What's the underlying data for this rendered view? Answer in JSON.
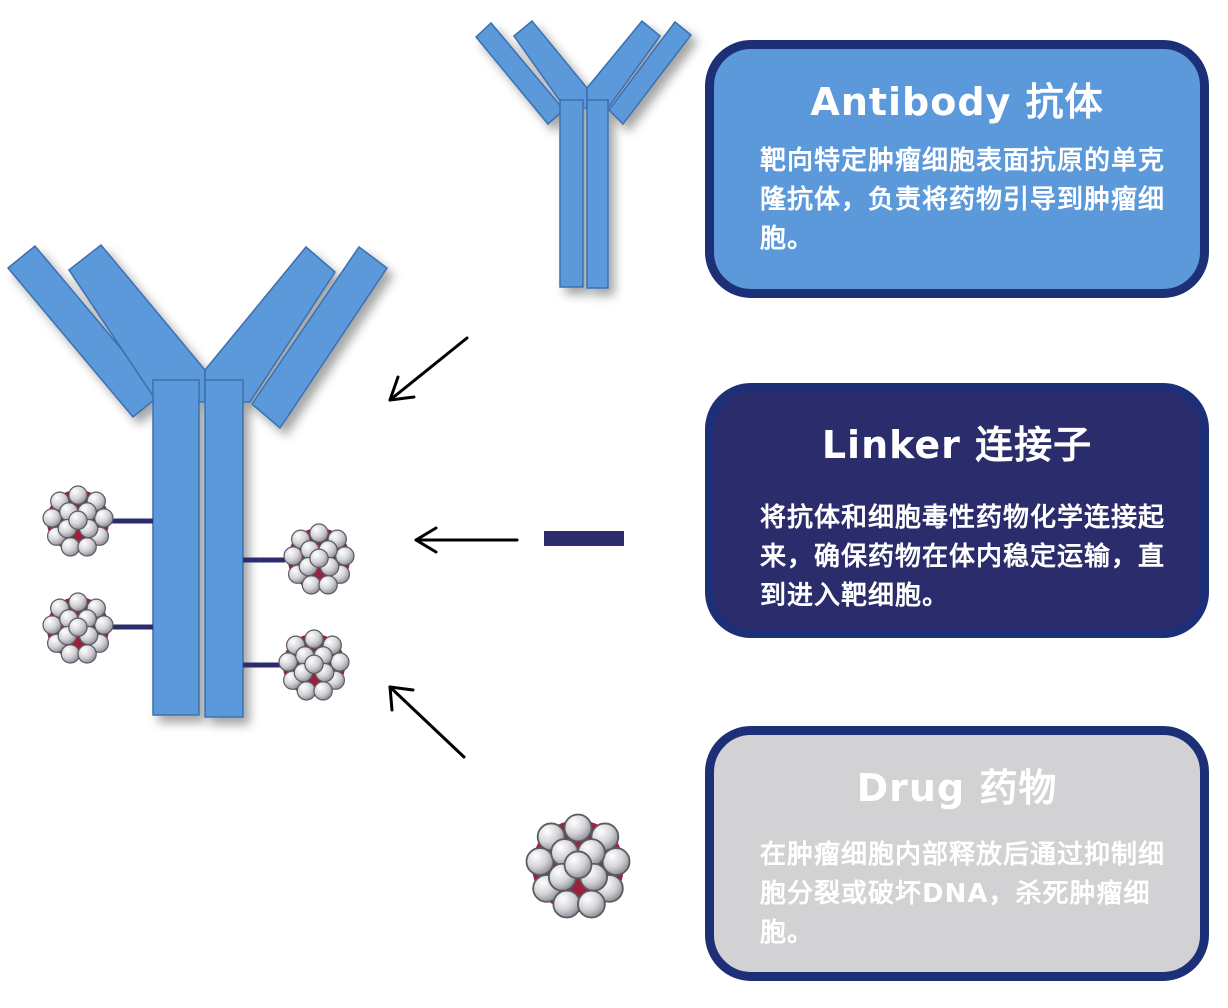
{
  "colors": {
    "antibody_blue": "#5b99da",
    "antibody_outline": "#3a6fb0",
    "linker_navy": "#2b2c6b",
    "card_border": "#1d2f77",
    "drug_grey": "#d2d2d4",
    "drug_red": "#9c1f3c"
  },
  "cards": {
    "antibody": {
      "title": "Antibody 抗体",
      "body": "靶向特定肿瘤细胞表面抗原的单克隆抗体，负责将药物引导到肿瘤细胞。"
    },
    "linker": {
      "title": "Linker 连接子",
      "body": "将抗体和细胞毒性药物化学连接起来，确保药物在体内稳定运输，直到进入靶细胞。"
    },
    "drug": {
      "title": "Drug 药物",
      "body": "在肿瘤细胞内部释放后通过抑制细胞分裂或破坏DNA，杀死肿瘤细胞。"
    }
  },
  "icons": {
    "large_adc": "y-shaped-antibody-drug-conjugate",
    "small_antibody": "y-shaped-antibody-icon",
    "linker": "linker-bar-icon",
    "drug": "drug-molecule-cluster-icon",
    "arrows": "arrow-icon"
  }
}
